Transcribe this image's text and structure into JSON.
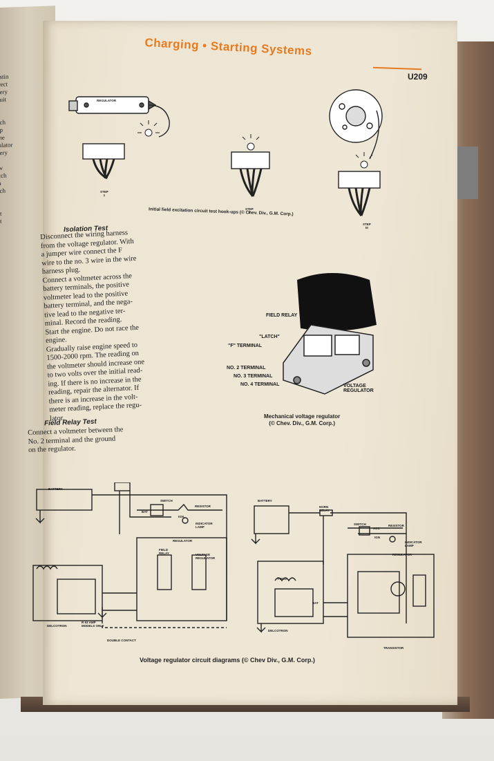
{
  "header": {
    "title": "Charging • Starting Systems",
    "page_number": "U209"
  },
  "figure_top": {
    "caption": "Initial field excitation circuit test hook-ups (© Chev. Div., G.M. Corp.)",
    "regulator_label": "REGULATOR",
    "step_1": "STEP\n1",
    "step_2": "STEP\nII",
    "step_3": "STEP\nIII"
  },
  "isolation_test": {
    "title": "Isolation Test",
    "text": "Disconnect the wiring harness\nfrom the voltage regulator. With\na jumper wire connect the F\nwire to the no. 3 wire in the wire\nharness plug.\nConnect a voltmeter across the\nbattery terminals, the positive\nvoltmeter lead to the positive\nbattery terminal, and the nega-\ntive lead to the negative ter-\nminal. Record the reading.\nStart the engine. Do not race the\nengine.\nGradually raise engine speed to\n1500-2000 rpm. The reading on\nthe voltmeter should increase one\nto two volts over the initial read-\ning. If there is no increase in the\nreading, repair the alternator. If\nthere is an increase in the volt-\nmeter reading, replace the regu-\nlator."
  },
  "field_relay_test": {
    "title": "Field Relay Test",
    "text": "Connect a voltmeter between the\nNo. 2 terminal and the ground\non the regulator."
  },
  "figure_regulator": {
    "caption": "Mechanical voltage regulator\n(© Chev. Div., G.M. Corp.)",
    "labels": {
      "field_relay": "FIELD RELAY",
      "latch": "\"LATCH\"",
      "f_terminal": "\"F\" TERMINAL",
      "no2": "NO. 2 TERMINAL",
      "no3": "NO. 3 TERMINAL",
      "no4": "NO. 4 TERMINAL",
      "voltage_regulator": "VOLTAGE\nREGULATOR"
    }
  },
  "figure_circuits": {
    "caption": "Voltage regulator circuit diagrams (© Chev Div., G.M. Corp.)",
    "left": {
      "battery": "BATTERY",
      "switch": "SWITCH",
      "resistor": "RESISTOR",
      "indicator_lamp": "INDICATOR\nLAMP",
      "regulator": "REGULATOR",
      "field_relay": "FIELD\nRELAY",
      "voltage_regulator": "VOLTAGE\nREGULATOR",
      "bat": "BAT",
      "ign": "IGN.",
      "delcotron": "DELCOTRON",
      "models": "R 63 AMP\nMODELS ONLY",
      "double_contact": "DOUBLE CONTACT"
    },
    "right": {
      "battery": "BATTERY",
      "horn_relay": "HORN\nRELAY",
      "switch": "SWITCH",
      "acc": "ACC",
      "resistor": "RESISTOR",
      "ign": "IGN",
      "indicator_lamp": "INDICATOR\nLAMP",
      "regulator": "REGULATOR",
      "field": "FIELD",
      "bat": "BAT",
      "delcotron": "DELCOTRON",
      "transistor": "TRANSISTOR"
    }
  },
  "left_page": {
    "text": "t Testin\ncorrect\nbattery\ncircuit\ncoil\nper\nwhich\nlamp\nof the\nregulator\nbattery\ncoil\ndraw\nswitch\nthen\nwhich\nthe\nof\nlight\nlight\nthe\nis\nor\nter-\n\nmi-\nto\nmi\nat\nsis\nto"
  },
  "colors": {
    "header_orange": "#e67a1f",
    "page_paper": "#efe7d6",
    "ink": "#1c1c1c"
  }
}
